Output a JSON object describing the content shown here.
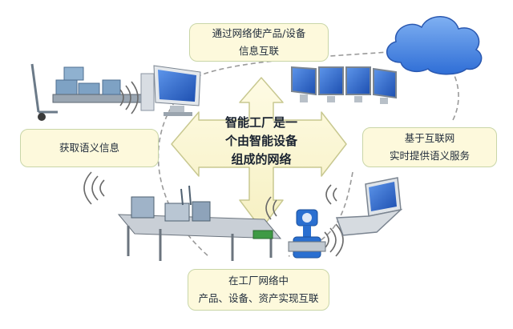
{
  "diagram": {
    "center": {
      "lines": [
        "智能工厂是一",
        "个由智能设备",
        "组成的网络"
      ]
    },
    "boxes": {
      "top": {
        "lines": [
          "通过网络使产品/设备",
          "信息互联"
        ]
      },
      "left": {
        "lines": [
          "获取语义信息"
        ]
      },
      "right": {
        "lines": [
          "基于互联网",
          "实时提供语义服务"
        ]
      },
      "bottom": {
        "lines": [
          "在工厂网络中",
          "产品、设备、资产实现互联"
        ]
      }
    },
    "colors": {
      "arrow_fill": "#fbf7d2",
      "arrow_stroke": "#c8c890",
      "box_fill": "#fdf9dc",
      "box_border": "#c9d6a8",
      "cloud": "#4e88df",
      "monitor_screen": "#2c64c8",
      "network_line": "#9a9a9a"
    },
    "icons": [
      "warehouse-cart-icon",
      "desktop-computer-icon",
      "server-monitors-icon",
      "cloud-icon",
      "laptop-icon",
      "flow-meter-icon",
      "production-line-icon",
      "wireless-signal-icon"
    ]
  }
}
